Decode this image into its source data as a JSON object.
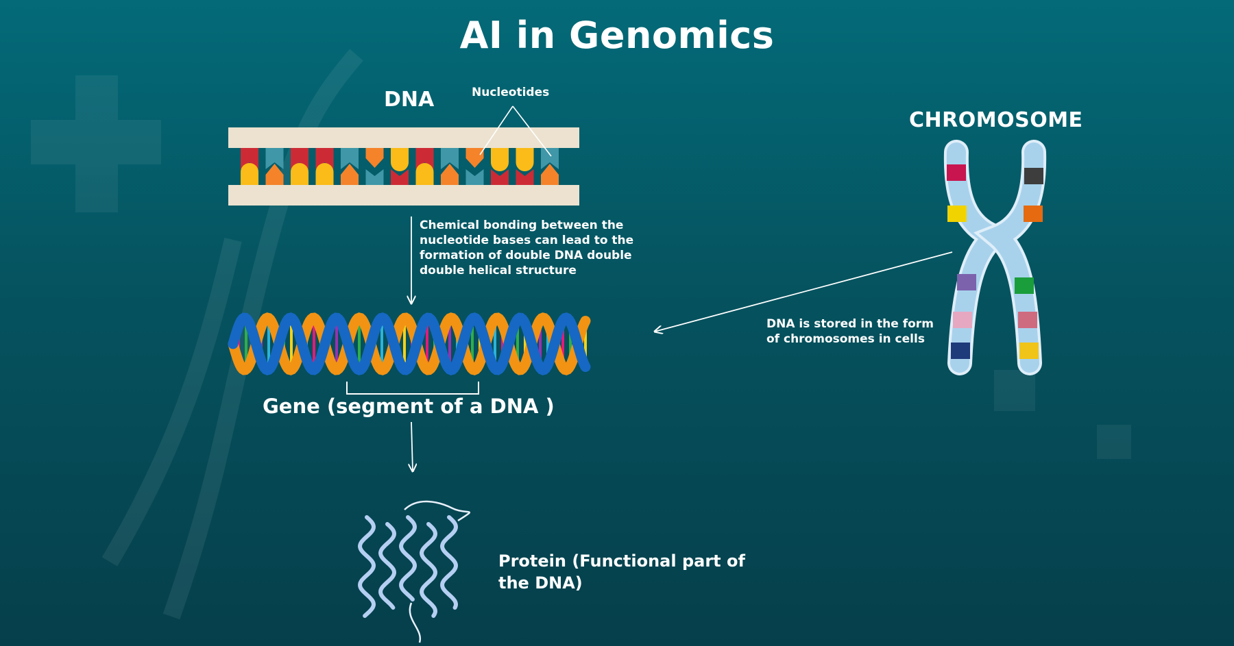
{
  "title": "AI in Genomics",
  "dna": {
    "label": "DNA",
    "nucleotides_label": "Nucleotides",
    "bonding_note": "Chemical bonding between the nucleotide bases can  lead to the formation of double DNA double double helical structure"
  },
  "gene": {
    "label": "Gene (segment of a DNA )"
  },
  "chromosome": {
    "label": "CHROMOSOME",
    "stored_note": "DNA is stored in the form of chromosomes in cells"
  },
  "protein": {
    "label": "Protein (Functional part of the DNA)"
  },
  "colors": {
    "background_top": "#046a78",
    "background_bottom": "#053f4b",
    "base_red": "#cc2b35",
    "base_teal": "#3f97a8",
    "base_yellow": "#fbbb18",
    "base_orange": "#f5832a",
    "backbone": "#ece2cf",
    "helix_blue": "#1668c4",
    "helix_orange": "#f29313",
    "protein": "#b5cff2"
  }
}
